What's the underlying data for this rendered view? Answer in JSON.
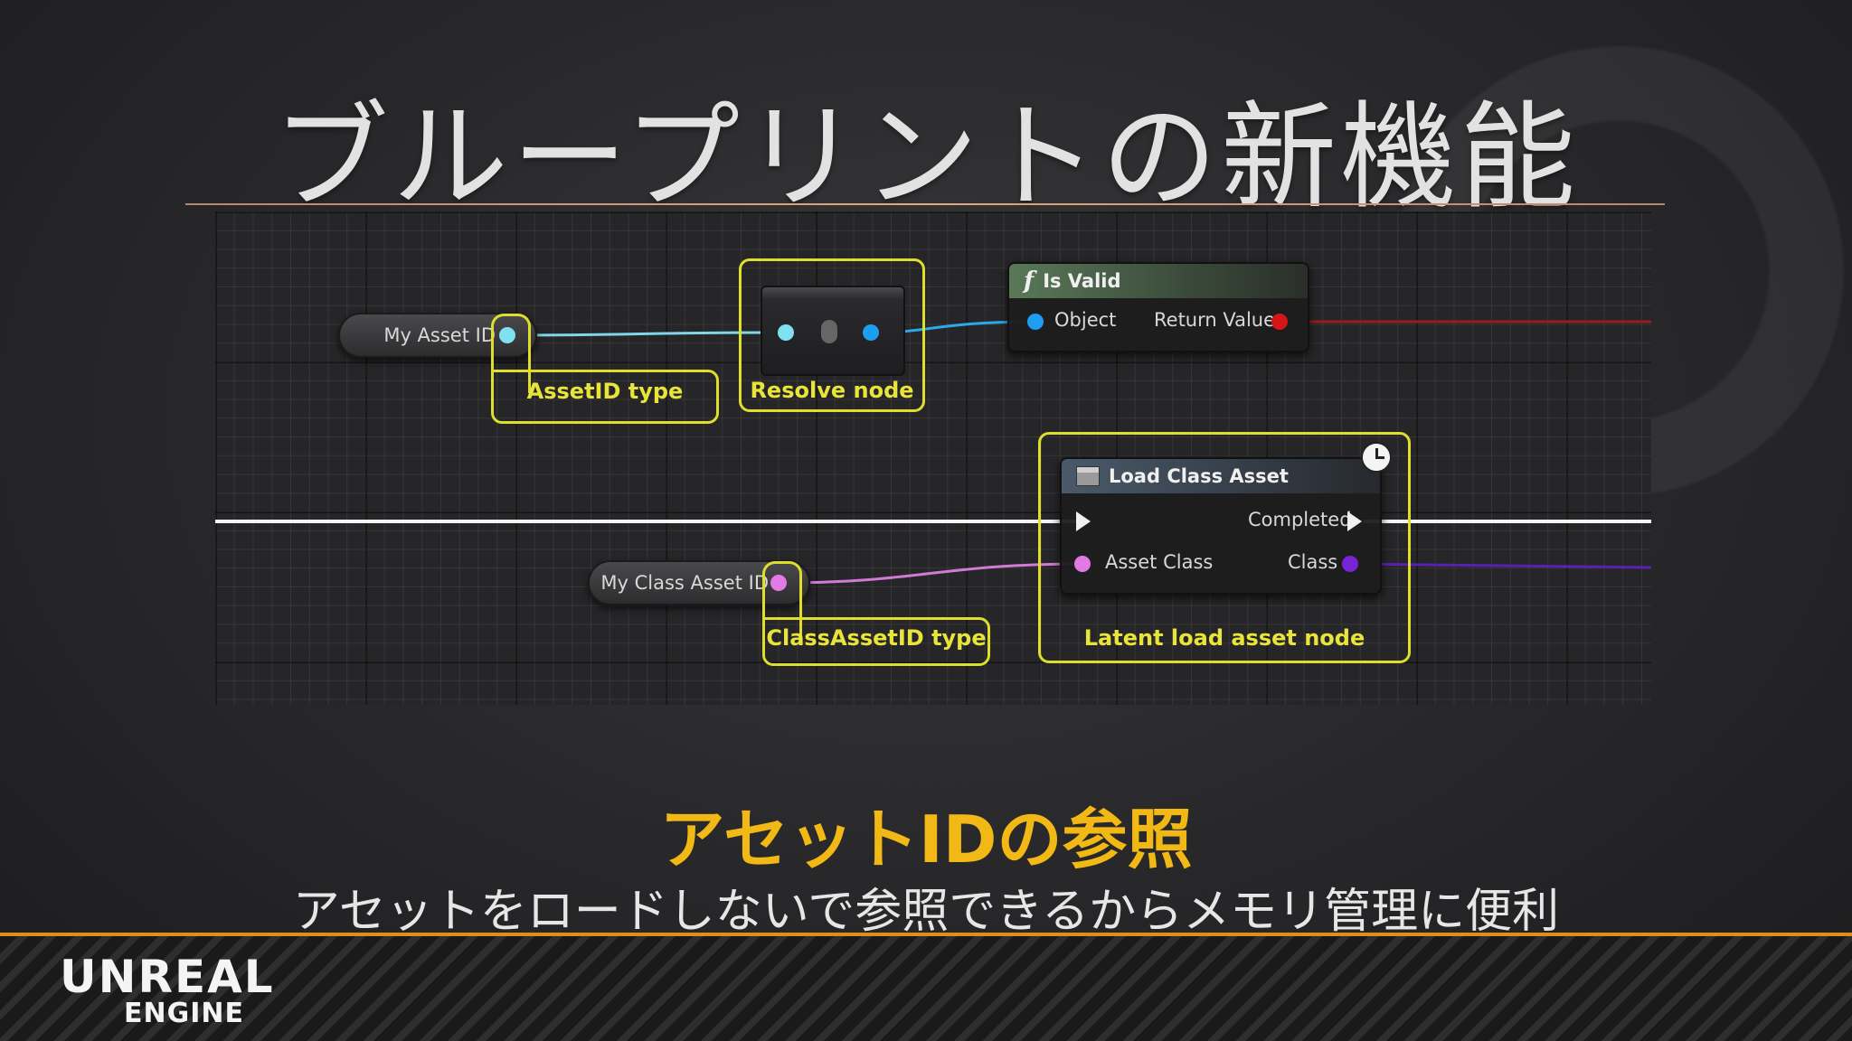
{
  "slide": {
    "title": "ブループリントの新機能",
    "subtitle": "アセットIDの参照",
    "caption": "アセットをロードしないで参照できるからメモリ管理に便利"
  },
  "graph": {
    "var_asset_id": "My Asset ID",
    "var_class_asset_id": "My Class Asset ID",
    "label_assetid_type": "AssetID type",
    "label_resolve_node": "Resolve node",
    "label_classassetid_type": "ClassAssetID type",
    "label_latent_load": "Latent load asset node",
    "is_valid": {
      "title": "Is Valid",
      "input": "Object",
      "output": "Return Value"
    },
    "load_class_asset": {
      "title": "Load Class Asset",
      "exec_out": "Completed",
      "input": "Asset Class",
      "output": "Class"
    }
  },
  "footer": {
    "logo_line1": "UNREAL",
    "logo_line2": "ENGINE"
  },
  "colors": {
    "highlight": "#dede2c",
    "subtitle": "#f2b815",
    "footer_accent": "#e48b1c",
    "asset_pin": "#7fe0f0",
    "class_pin": "#e27ae6"
  }
}
